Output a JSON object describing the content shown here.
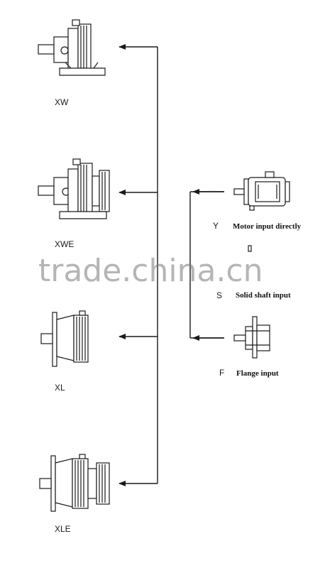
{
  "models": {
    "xw": "XW",
    "xwe": "XWE",
    "xl": "XL",
    "xle": "XLE"
  },
  "inputs": {
    "y_code": "Y",
    "y_desc": "Motor input directly",
    "s_code": "S",
    "s_desc": "Solid shaft input",
    "f_code": "F",
    "f_desc": "Flange input"
  },
  "watermark": "trade.china.cn",
  "colors": {
    "ink": "#1a1a1a",
    "watermark": "#8a8a8a",
    "background": "#ffffff"
  }
}
